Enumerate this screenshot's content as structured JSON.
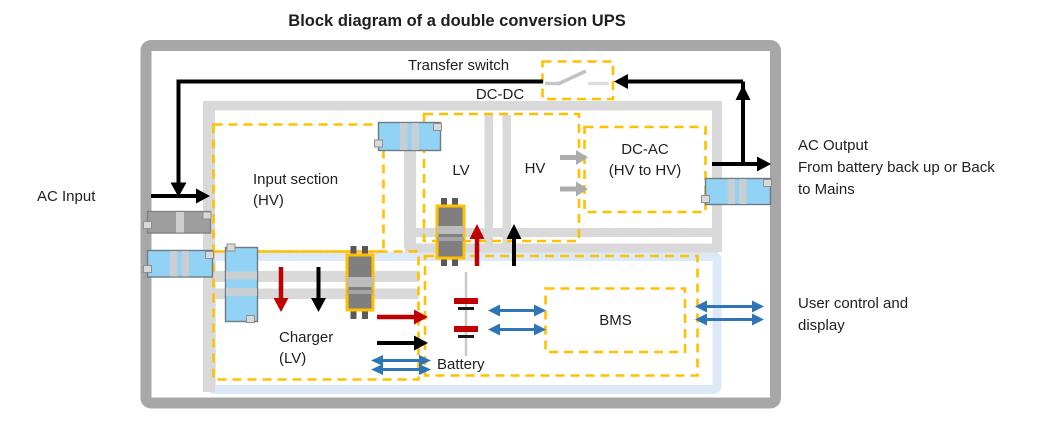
{
  "title": "Block diagram of a double conversion UPS",
  "labels": {
    "transfer_switch": "Transfer switch",
    "dc_dc": "DC-DC",
    "ac_input": "AC Input",
    "input_section_line1": "Input section",
    "input_section_line2": "(HV)",
    "lv": "LV",
    "hv": "HV",
    "dc_ac_line1": "DC-AC",
    "dc_ac_line2": "(HV to HV)",
    "charger_line1": "Charger",
    "charger_line2": "(LV)",
    "battery": "Battery",
    "bms": "BMS",
    "ac_output_line1": "AC Output",
    "ac_output_line2": "From battery back up or Back",
    "ac_output_line3": "to Mains",
    "user_control_line1": "User control and",
    "user_control_line2": "display"
  },
  "colors": {
    "accent": "#FFC000",
    "frame_outer": "#A7A7A7",
    "frame_inner": "#D9D9D9",
    "frame_battery": "#DCE9F8",
    "comp_blue": "#92D2F4",
    "comp_gray": "#9E9E9E",
    "chip_body": "#7F7F7F",
    "chip_band": "#BDBDBD",
    "pin": "#595959",
    "arrow_black": "#000000",
    "arrow_red": "#C00000",
    "arrow_blue": "#2E75B6",
    "arrow_gray": "#ACACAC",
    "text": "#1F1F1F"
  }
}
